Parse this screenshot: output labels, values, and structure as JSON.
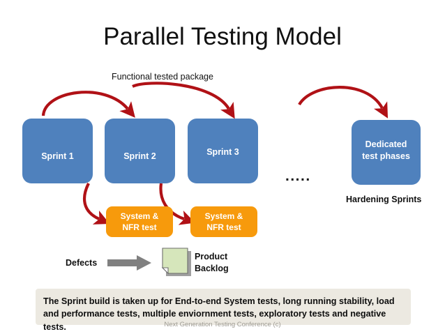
{
  "slide": {
    "title": "Parallel Testing Model",
    "footer_note": "Next Generation Testing Conference (c)",
    "colors": {
      "sprint_blue": "#4f81bd",
      "nfr_orange": "#f79a0c",
      "arrow_red": "#b01116",
      "backlog_green": "#d6e6bb",
      "defect_arrow_gray": "#808080",
      "footer_band": "#ece9e1"
    }
  },
  "labels": {
    "functional_package": "Functional tested package",
    "hardening_sprints": "Hardening Sprints",
    "defects": "Defects",
    "product_backlog_line1": "Product",
    "product_backlog_line2": "Backlog",
    "ellipsis": "....."
  },
  "sprints": [
    {
      "label": "Sprint 1"
    },
    {
      "label": "Sprint 2"
    },
    {
      "label": "Sprint 3"
    }
  ],
  "dedicated": {
    "line1": "Dedicated",
    "line2": "test phases"
  },
  "nfr_tests": [
    {
      "line1": "System &",
      "line2": "NFR test"
    },
    {
      "line1": "System &",
      "line2": "NFR test"
    }
  ],
  "footer": {
    "text": "The Sprint build is taken up for End-to-end System tests, long running stability, load and performance tests, multiple enviornment tests, exploratory tests and negative tests."
  }
}
